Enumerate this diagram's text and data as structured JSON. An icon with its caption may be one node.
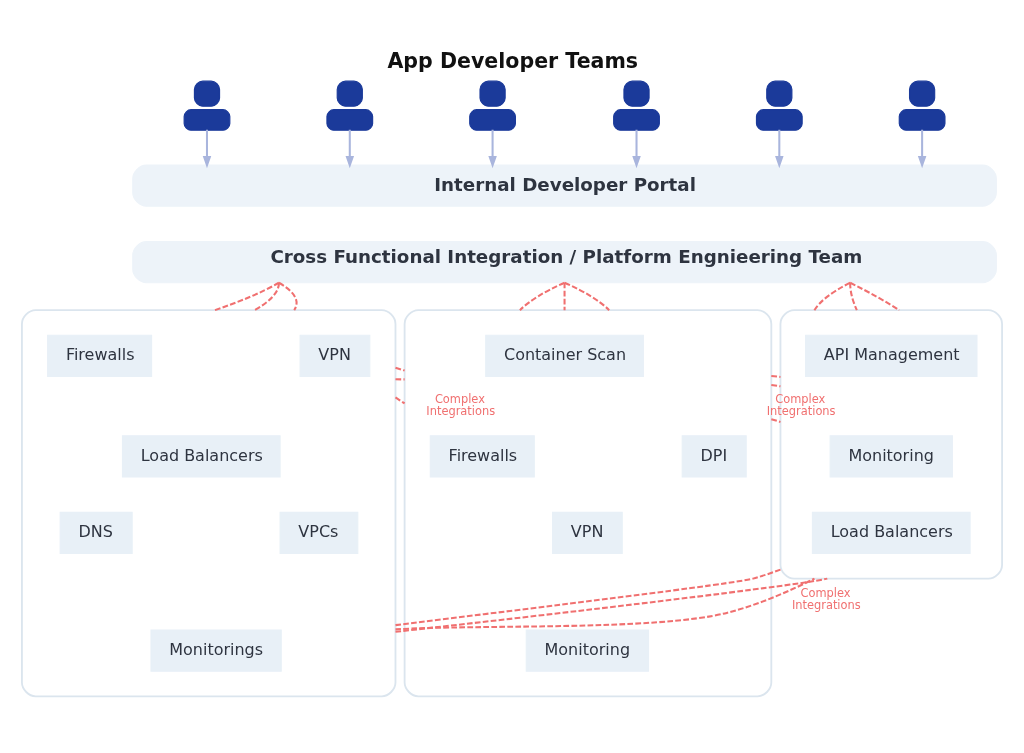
{
  "diagram": {
    "title": "App Developer Teams",
    "nodes": [
      {
        "text": [],
        "shape": "person"
      },
      {
        "text": [],
        "shape": "person"
      },
      {
        "text": [],
        "shape": "person"
      },
      {
        "text": [],
        "shape": "person"
      },
      {
        "text": [],
        "shape": "person"
      },
      {
        "text": [],
        "shape": "person"
      },
      {
        "text": [
          "Internal Developer Portal"
        ]
      },
      {
        "text": [
          "Cross Functional Integration / Platform Engnieering Team"
        ]
      },
      {
        "text": [],
        "shape": "box"
      },
      {
        "text": [
          "Firewalls"
        ],
        "in": 8
      },
      {
        "text": [
          "VPN"
        ],
        "in": 8
      },
      {
        "text": [
          "Load Balancers"
        ],
        "in": 8
      },
      {
        "text": [
          "DNS"
        ],
        "in": 8
      },
      {
        "text": [
          "VPCs"
        ],
        "in": 8
      },
      {
        "text": [
          "Monitorings"
        ],
        "in": 8
      },
      {
        "text": [],
        "shape": "box"
      },
      {
        "text": [
          "Container Scan"
        ],
        "in": 15
      },
      {
        "text": [
          "Firewalls"
        ],
        "in": 15
      },
      {
        "text": [
          "DPI"
        ],
        "in": 15
      },
      {
        "text": [
          "VPN"
        ],
        "in": 15
      },
      {
        "text": [
          "Monitoring"
        ],
        "in": 15
      },
      {
        "text": [],
        "shape": "box"
      },
      {
        "text": [
          "API Management"
        ],
        "in": 21
      },
      {
        "text": [
          "Monitoring"
        ],
        "in": 21
      },
      {
        "text": [
          "Load Balancers"
        ],
        "in": 21
      }
    ],
    "edges": [
      {
        "from": 0,
        "to": 6,
        "arrow": "to",
        "color": "#a9b5dd"
      },
      {
        "from": 1,
        "to": 6,
        "arrow": "to",
        "color": "#a9b5dd"
      },
      {
        "from": 2,
        "to": 6,
        "arrow": "to",
        "color": "#a9b5dd"
      },
      {
        "from": 3,
        "to": 6,
        "arrow": "to",
        "color": "#a9b5dd"
      },
      {
        "from": 4,
        "to": 6,
        "arrow": "to",
        "color": "#a9b5dd"
      },
      {
        "from": 5,
        "to": 6,
        "arrow": "to",
        "color": "#a9b5dd"
      },
      {
        "from": 7,
        "to": 8,
        "arrow": "none",
        "style": "dashed"
      },
      {
        "from": 7,
        "to": 8,
        "arrow": "none",
        "style": "dashed"
      },
      {
        "from": 7,
        "to": 8,
        "arrow": "none",
        "style": "dashed"
      },
      {
        "from": 7,
        "to": 15,
        "arrow": "none",
        "style": "dashed"
      },
      {
        "from": 7,
        "to": 15,
        "arrow": "none",
        "style": "dashed"
      },
      {
        "from": 7,
        "to": 15,
        "arrow": "none",
        "style": "dashed"
      },
      {
        "from": 7,
        "to": 21,
        "arrow": "none",
        "style": "dashed"
      },
      {
        "from": 7,
        "to": 21,
        "arrow": "none",
        "style": "dashed"
      },
      {
        "from": 7,
        "to": 21,
        "arrow": "none",
        "style": "dashed"
      },
      {
        "from": 8,
        "to": 15,
        "arrow": "none",
        "style": "dashed",
        "label": "Complex Integrations"
      },
      {
        "from": 8,
        "to": 15,
        "arrow": "none",
        "style": "dashed"
      },
      {
        "from": 8,
        "to": 15,
        "arrow": "none",
        "style": "dashed"
      },
      {
        "from": 15,
        "to": 21,
        "arrow": "none",
        "style": "dashed",
        "label": "Complex Integrations"
      },
      {
        "from": 15,
        "to": 21,
        "arrow": "none",
        "style": "dashed"
      },
      {
        "from": 15,
        "to": 21,
        "arrow": "none",
        "style": "dashed"
      },
      {
        "from": 8,
        "to": 21,
        "arrow": "none",
        "style": "dashed"
      },
      {
        "from": 8,
        "to": 21,
        "arrow": "none",
        "style": "dashed"
      },
      {
        "from": 8,
        "to": 21,
        "arrow": "none",
        "style": "dashed",
        "label": "Complex Integrations"
      }
    ]
  }
}
